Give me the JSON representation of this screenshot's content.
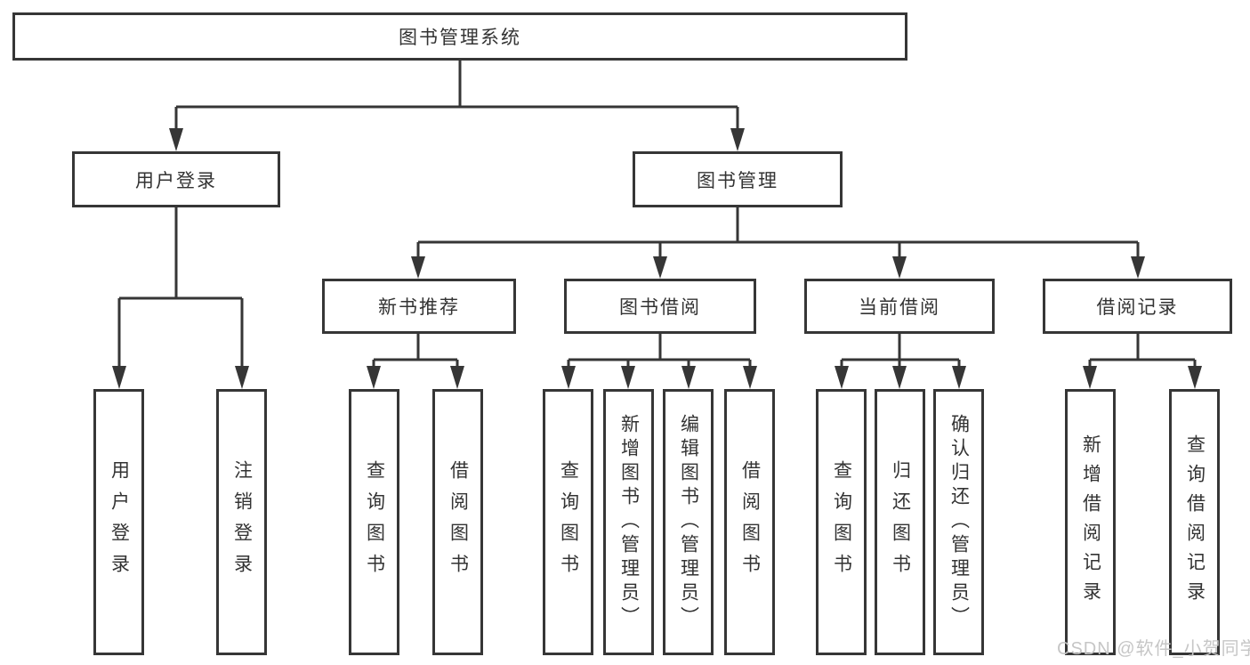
{
  "diagram": {
    "root": {
      "label": "图书管理系统"
    },
    "branches": [
      {
        "label": "用户登录",
        "children": [
          {
            "label": "用户登录"
          },
          {
            "label": "注销登录"
          }
        ]
      },
      {
        "label": "图书管理",
        "groups": [
          {
            "label": "新书推荐",
            "children": [
              {
                "label": "查询图书"
              },
              {
                "label": "借阅图书"
              }
            ]
          },
          {
            "label": "图书借阅",
            "children": [
              {
                "label": "查询图书"
              },
              {
                "label": "新增图书（管理员）"
              },
              {
                "label": "编辑图书（管理员）"
              },
              {
                "label": "借阅图书"
              }
            ]
          },
          {
            "label": "当前借阅",
            "children": [
              {
                "label": "查询图书"
              },
              {
                "label": "归还图书"
              },
              {
                "label": "确认归还（管理员）"
              }
            ]
          },
          {
            "label": "借阅记录",
            "children": [
              {
                "label": "新增借阅记录"
              },
              {
                "label": "查询借阅记录"
              }
            ]
          }
        ]
      }
    ]
  },
  "watermark": {
    "text": "CSDN @软件_小贺同学"
  },
  "colors": {
    "line": "#363636",
    "box_border": "#363636",
    "box_bg": "#ffffff",
    "text": "#333333",
    "watermark": "#c6c6c6",
    "background": "#ffffff"
  }
}
